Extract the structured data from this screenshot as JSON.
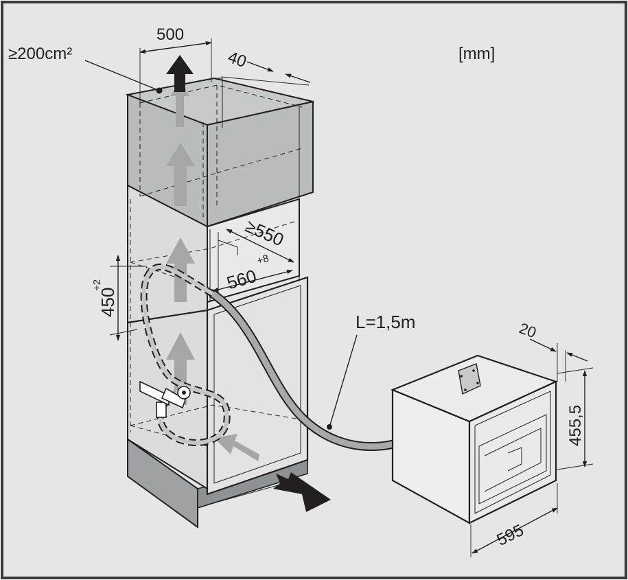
{
  "units_label": "[mm]",
  "labels": {
    "vent_area": "≥200cm²",
    "vent_width": "500",
    "vent_depth": "40",
    "niche_depth": "≥550",
    "niche_width": "560",
    "niche_width_tol": "+8",
    "niche_height": "450",
    "niche_height_tol": "+2",
    "hose_length": "L=1,5m",
    "appliance_offset": "20",
    "appliance_height": "455,5",
    "appliance_width": "595"
  },
  "colors": {
    "frame": "#3a3a3a",
    "background": "#e6e6e6",
    "top_cabinet": "#b9bcbd",
    "niche": "#e9e9e9",
    "door_face": "#e3e3e3",
    "appliance": "#eeeeee",
    "hose": "#a9a9a9",
    "airflow_arrow": "#a6a6a6",
    "exhaust_arrow": "#231f20"
  }
}
